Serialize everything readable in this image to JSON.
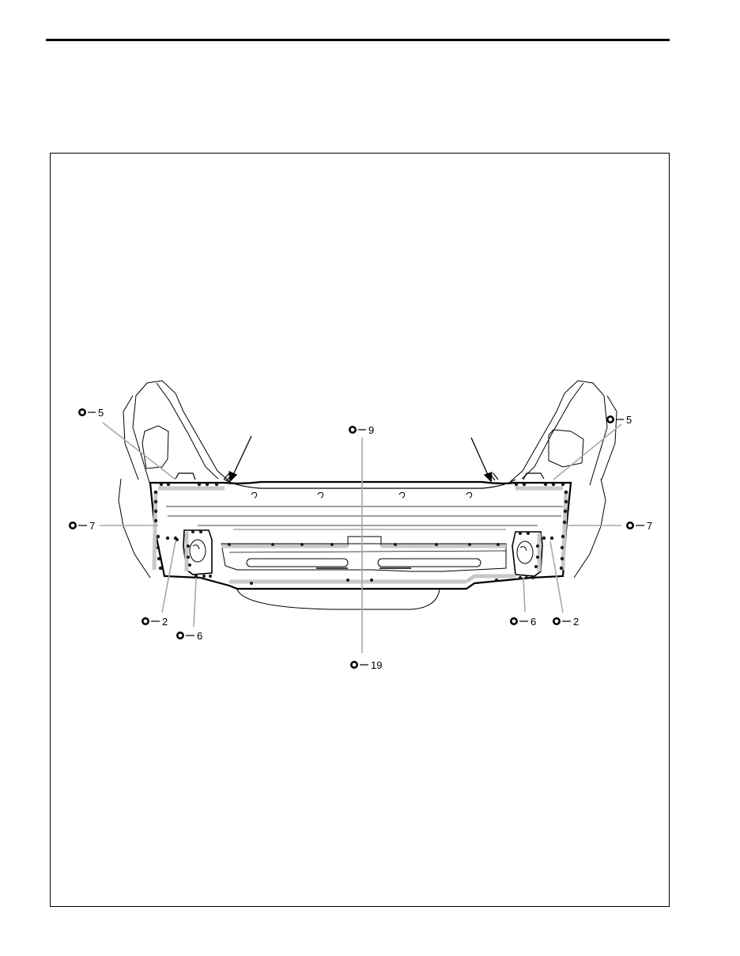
{
  "diagram": {
    "callouts": [
      {
        "id": "left-5",
        "value": "5"
      },
      {
        "id": "center-9",
        "value": "9"
      },
      {
        "id": "right-5",
        "value": "5"
      },
      {
        "id": "left-7",
        "value": "7"
      },
      {
        "id": "right-7",
        "value": "7"
      },
      {
        "id": "left-2",
        "value": "2"
      },
      {
        "id": "left-6",
        "value": "6"
      },
      {
        "id": "right-6",
        "value": "6"
      },
      {
        "id": "right-2",
        "value": "2"
      },
      {
        "id": "center-19",
        "value": "19"
      }
    ],
    "symbol": "spot-weld-icon",
    "colors": {
      "line": "#000000",
      "weld_band": "#c8c8c8",
      "weld_dot": "#1a1a1a"
    }
  }
}
